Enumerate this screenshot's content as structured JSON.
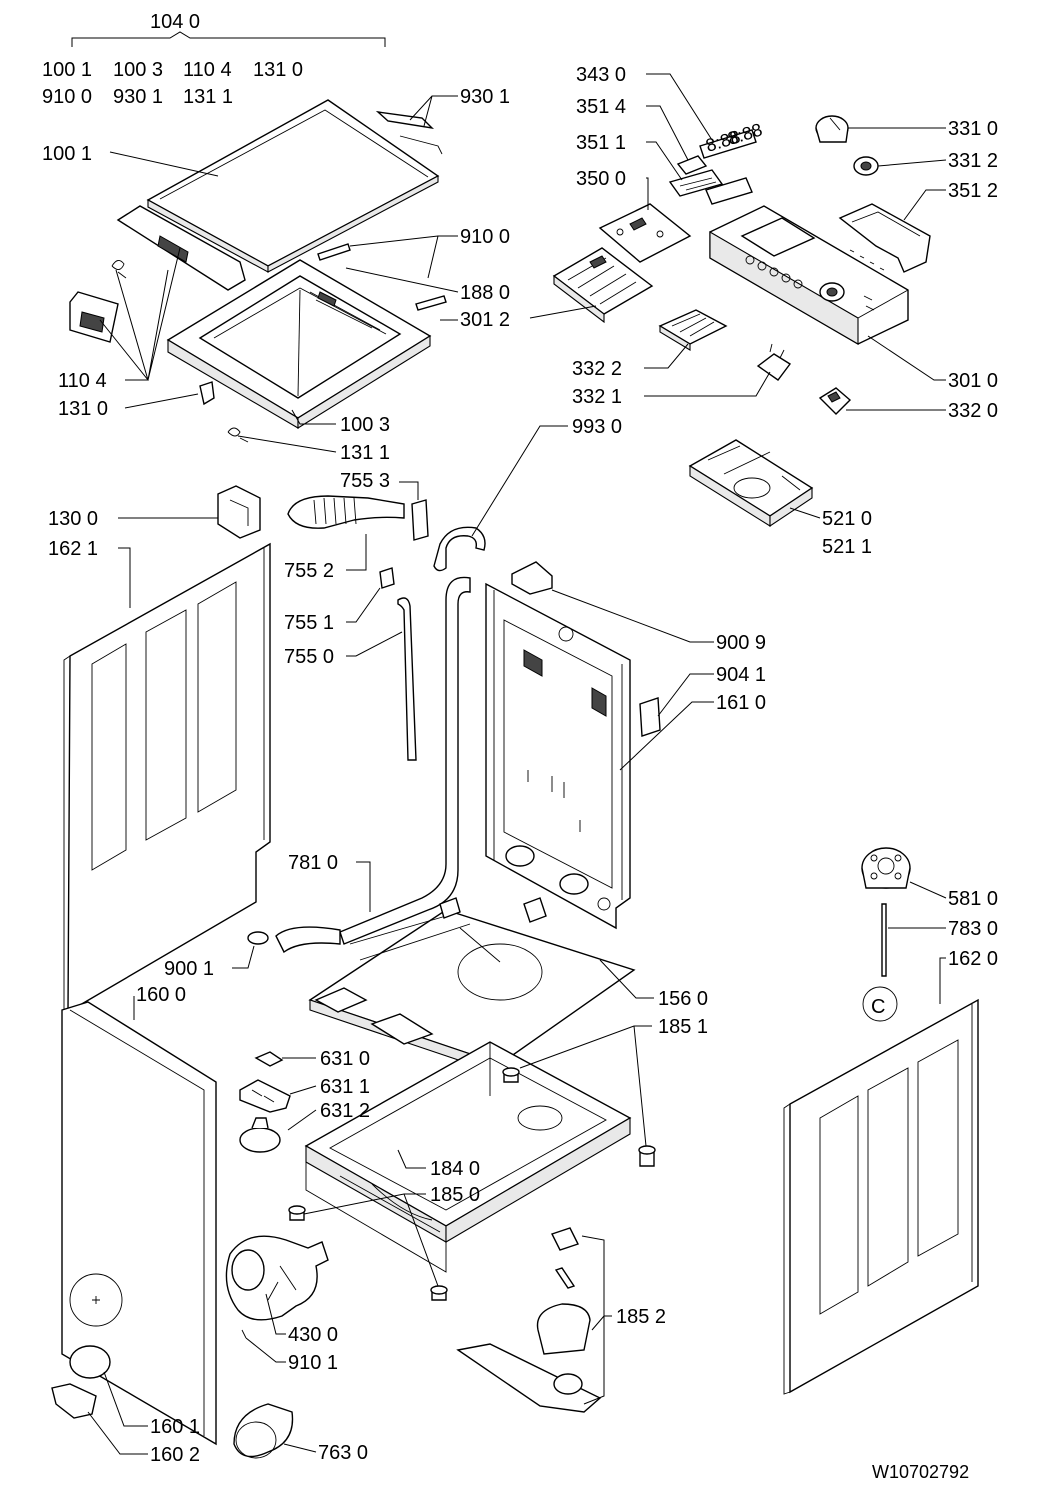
{
  "group_header": {
    "label": "104 0"
  },
  "group_members": {
    "row1": [
      "100 1",
      "100 3",
      "110 4",
      "131 0"
    ],
    "row2": [
      "910 0",
      "930 1",
      "131 1"
    ]
  },
  "labels": {
    "l_9301": "930 1",
    "l_1001": "100 1",
    "l_9100": "910 0",
    "l_1880": "188 0",
    "l_3012": "301 2",
    "l_1104": "110 4",
    "l_1310": "131 0",
    "l_1003": "100 3",
    "l_1311": "131 1",
    "l_3430": "343 0",
    "l_3514": "351 4",
    "l_3511": "351 1",
    "l_3500": "350 0",
    "l_3310": "331 0",
    "l_3312": "331 2",
    "l_3512": "351 2",
    "l_3322": "332 2",
    "l_3321": "332 1",
    "l_3010": "301 0",
    "l_3320": "332 0",
    "l_9930": "993 0",
    "l_7553": "755 3",
    "l_1300": "130 0",
    "l_1621": "162 1",
    "l_7552": "755 2",
    "l_7551": "755 1",
    "l_7550": "755 0",
    "l_5210": "521 0",
    "l_5211": "521 1",
    "l_9009": "900 9",
    "l_9041": "904 1",
    "l_1610": "161 0",
    "l_7810": "781 0",
    "l_9001": "900 1",
    "l_1600": "160 0",
    "l_5810": "581 0",
    "l_7830": "783 0",
    "l_1620": "162 0",
    "l_1560": "156 0",
    "l_1851": "185 1",
    "l_6310": "631 0",
    "l_6311": "631 1",
    "l_6312": "631 2",
    "l_1840": "184 0",
    "l_1850": "185 0",
    "l_1852": "185 2",
    "l_4300": "430 0",
    "l_9101": "910 1",
    "l_1601": "160 1",
    "l_1602": "160 2",
    "l_7630": "763 0"
  },
  "callout_c": "C",
  "display_digits": {
    "left": "8:88",
    "right": "8:88"
  },
  "drawing_number": "W10702792"
}
